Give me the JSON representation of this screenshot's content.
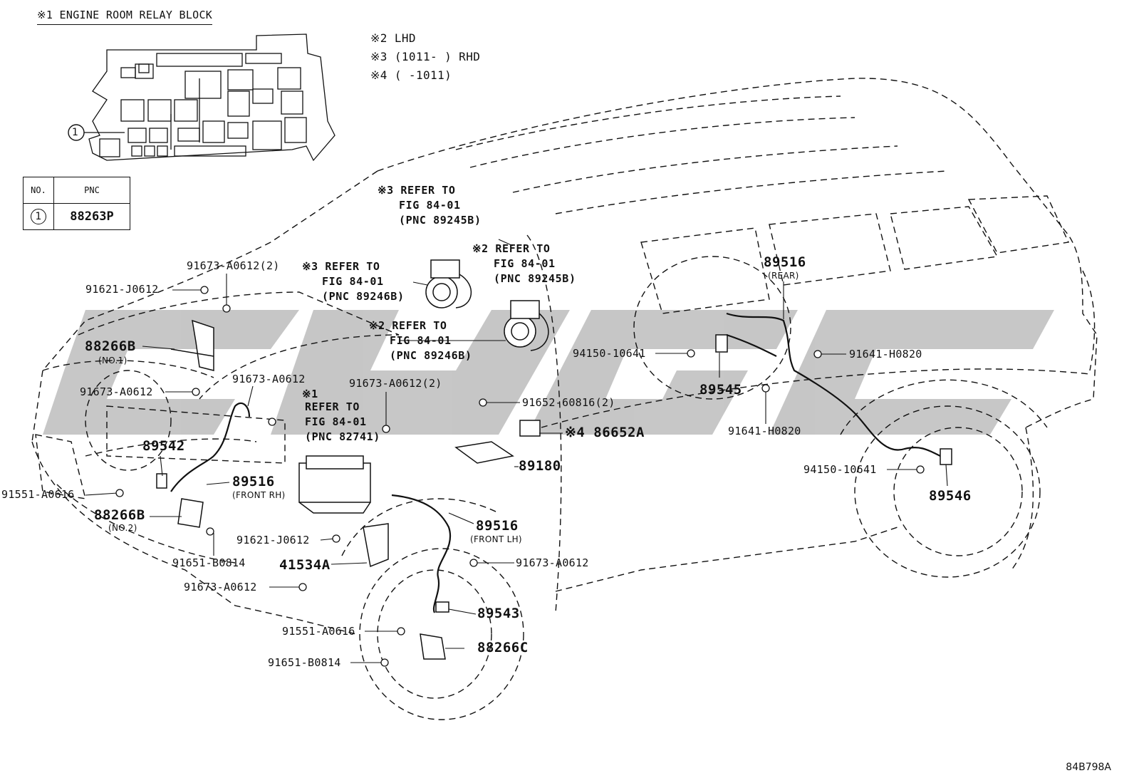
{
  "relay_block": {
    "title": "※1 ENGINE ROOM RELAY BLOCK",
    "callout": "1"
  },
  "pnc_table": {
    "header_no": "NO.",
    "header_pnc": "PNC",
    "row_no": "1",
    "row_pnc": "88263P"
  },
  "notes": {
    "n2": "※2 LHD",
    "n3": "※3 (1011-    ) RHD",
    "n4": "※4 (    -1011)"
  },
  "refs": {
    "r1": [
      "※3 REFER TO",
      "FIG 84-01",
      "(PNC 89245B)"
    ],
    "r2": [
      "※2 REFER TO",
      "FIG 84-01",
      "(PNC 89245B)"
    ],
    "r3": [
      "※3 REFER TO",
      "FIG 84-01",
      "(PNC 89246B)"
    ],
    "r4": [
      "※2 REFER TO",
      "FIG 84-01",
      "(PNC 89246B)"
    ],
    "r5": [
      "※1",
      "REFER TO",
      "FIG 84-01",
      "(PNC 82741)"
    ]
  },
  "parts": {
    "p_91673_a0612_2_a": "91673-A0612(2)",
    "p_91621_j0612_a": "91621-J0612",
    "p_88266b_1": "88266B",
    "p_88266b_1_sub": "(NO.1)",
    "p_91673_a0612_a": "91673-A0612",
    "p_91673_a0612_b": "91673-A0612",
    "p_89542": "89542",
    "p_89516_frh": "89516",
    "p_89516_frh_sub": "(FRONT RH)",
    "p_91551_a0616_a": "91551-A0616",
    "p_88266b_2": "88266B",
    "p_88266b_2_sub": "(NO.2)",
    "p_91621_j0612_b": "91621-J0612",
    "p_91651_b0814_a": "91651-B0814",
    "p_41534a": "41534A",
    "p_91673_a0612_c": "91673-A0612",
    "p_91673_a0612_2_b": "91673-A0612(2)",
    "p_91652_60816": "91652-60816(2)",
    "p_86652a": "※4 86652A",
    "p_89180": "89180",
    "p_89516_flh": "89516",
    "p_89516_flh_sub": "(FRONT LH)",
    "p_91673_a0612_d": "91673-A0612",
    "p_89543": "89543",
    "p_91551_a0616_b": "91551-A0616",
    "p_88266c": "88266C",
    "p_91651_b0814_b": "91651-B0814",
    "p_89516_rear": "89516",
    "p_89516_rear_sub": "(REAR)",
    "p_94150_10641_a": "94150-10641",
    "p_89545": "89545",
    "p_91641_h0820_a": "91641-H0820",
    "p_91641_h0820_b": "91641-H0820",
    "p_94150_10641_b": "94150-10641",
    "p_89546": "89546"
  },
  "figure_code": "84B798A"
}
